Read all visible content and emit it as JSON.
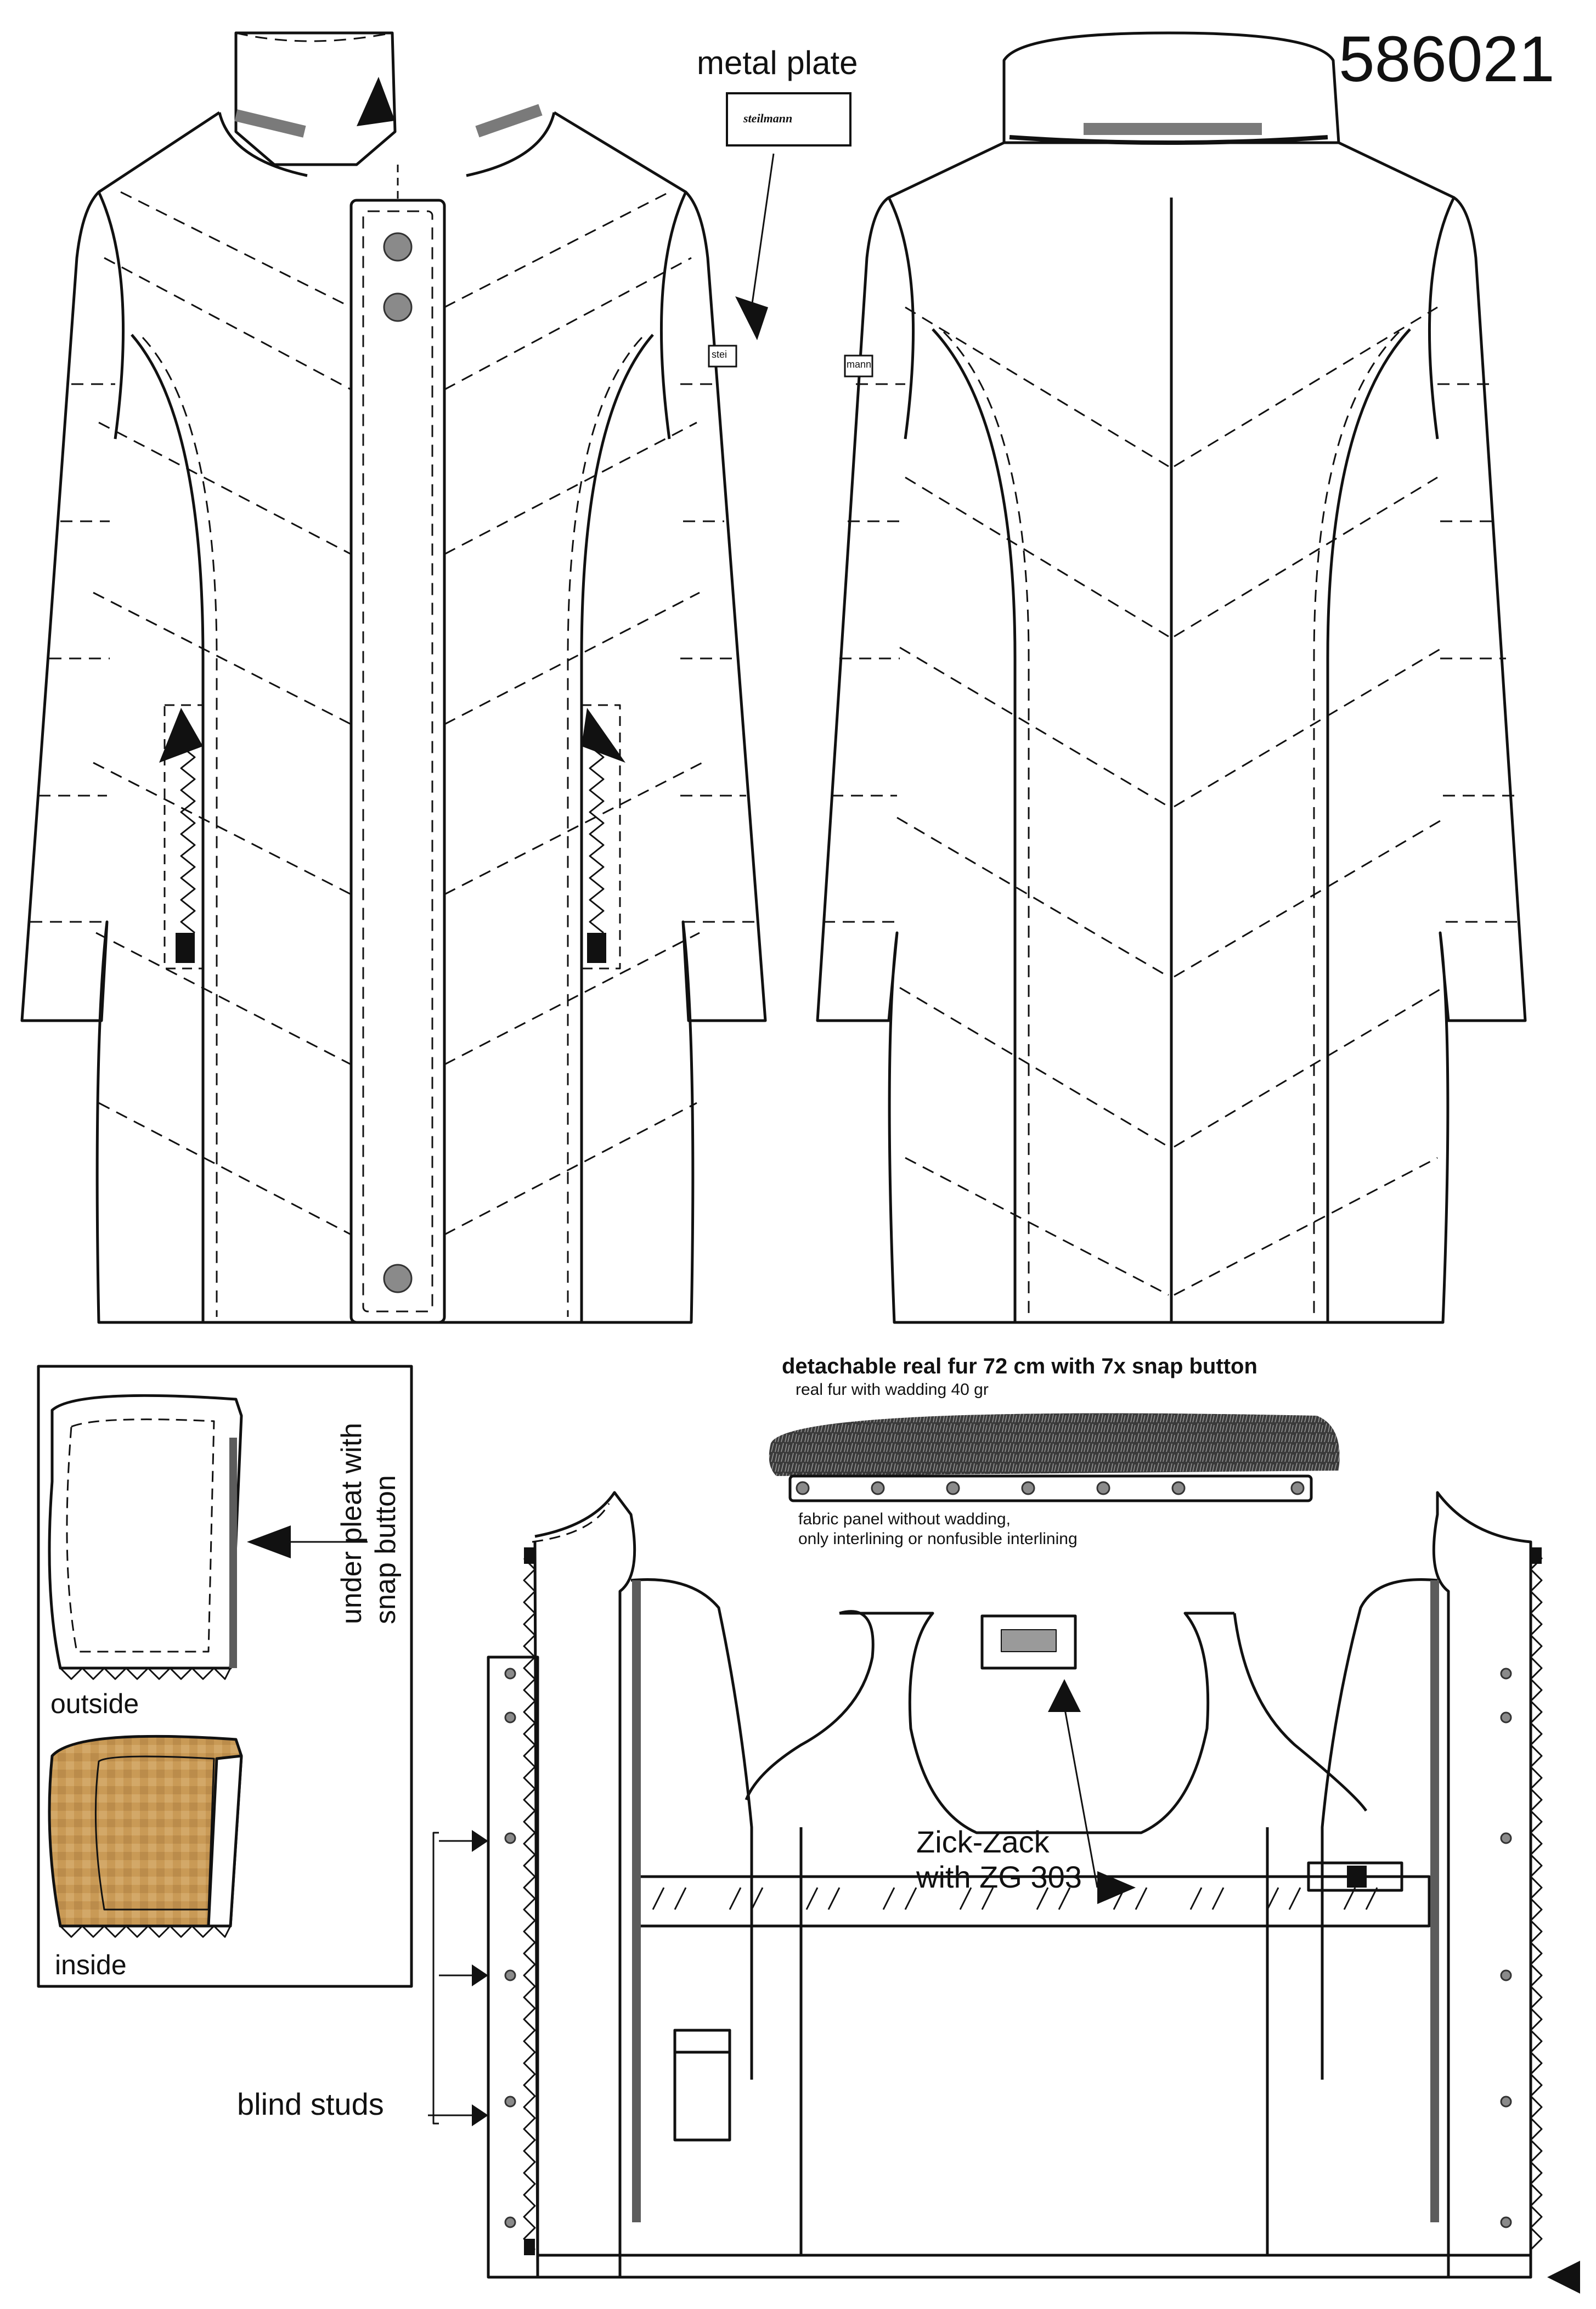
{
  "style_number": "586021",
  "labels": {
    "metal_plate": "metal plate",
    "brand_mark": "steilmann",
    "sleeve_plate_front": "stei",
    "sleeve_plate_back": "mann",
    "fur_title": "detachable real fur 72 cm with 7x snap button",
    "fur_subtitle": "real fur with wadding 40 gr",
    "panel_line1": "fabric panel without wadding,",
    "panel_line2": "only interlining or nonfusible interlining",
    "outside": "outside",
    "inside": "inside",
    "under_pleat": "under pleat with\nsnap button",
    "zick_zack": "Zick-Zack\nwith ZG 303",
    "blind_studs": "blind studs"
  },
  "colors": {
    "line": "#111111",
    "snap_grey": "#8a8a8a",
    "collar_band": "#7a7a7a",
    "fur_dark": "#2b2b2b",
    "lining_tan": "#c99a56",
    "zip_tape": "#5c5c5c"
  },
  "icons": [
    "snap-button-icon",
    "zipper-pull-icon",
    "arrow-icon",
    "fur-trim-icon"
  ]
}
